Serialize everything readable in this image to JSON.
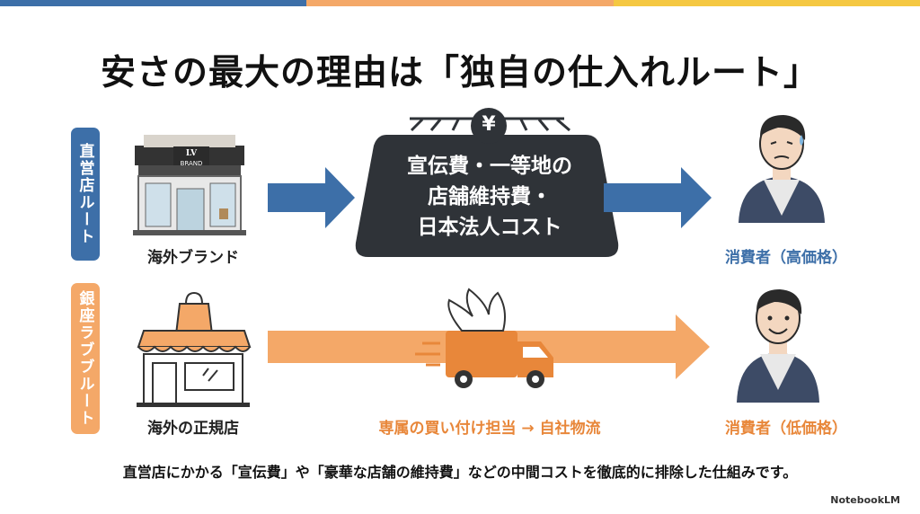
{
  "title": "安さの最大の理由は「独自の仕入れルート」",
  "routes": {
    "direct": {
      "label": "直営店ルート",
      "store_sign": "BRAND",
      "store_label": "海外ブランド",
      "cost_symbol": "¥",
      "cost_lines": [
        "宣伝費・一等地の",
        "店舗維持費・",
        "日本法人コスト"
      ],
      "consumer_label": "消費者（高価格）"
    },
    "ginza": {
      "label": "銀座ラブブルート",
      "store_label": "海外の正規店",
      "middle_label": "専属の買い付け担当 → 自社物流",
      "consumer_label": "消費者（低価格）"
    }
  },
  "bottom_text": "直営店にかかる「宣伝費」や「豪華な店舗の維持費」などの中間コストを徹底的に排除した仕組みです。",
  "logo": "NotebookLM",
  "colors": {
    "blue": "#3d6fa8",
    "orange": "#f4a868",
    "orange_dark": "#e8873a",
    "dark": "#2f3338",
    "topbar": [
      "#3d6fa8",
      "#f4a868",
      "#f5c842"
    ]
  }
}
